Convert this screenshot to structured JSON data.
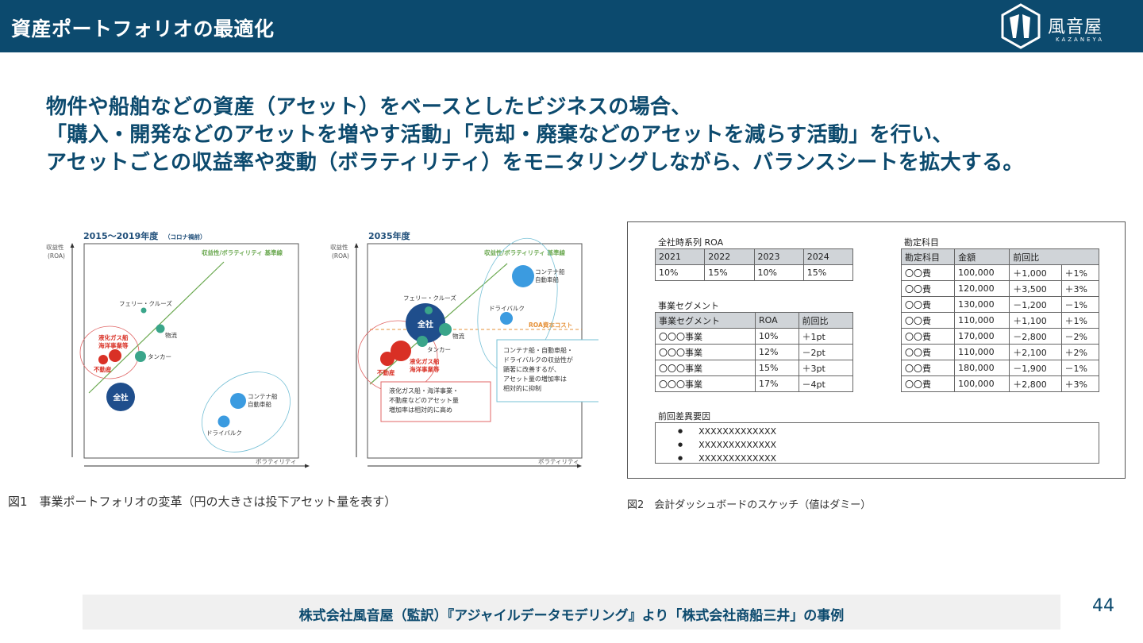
{
  "header": {
    "title": "資産ポートフォリオの最適化",
    "logo_text": "風音屋",
    "logo_sub": "KAZANEYA"
  },
  "lead": [
    "物件や船舶などの資産（アセット）をベースとしたビジネスの場合、",
    "「購入・開発などのアセットを増やす活動」「売却・廃棄などのアセットを減らす活動」を行い、",
    "アセットごとの収益率や変動（ボラティリティ）をモニタリングしながら、バランスシートを拡大する。"
  ],
  "figure1": {
    "left": {
      "title": "2015〜2019年度",
      "subtitle": "（コロナ禍前）",
      "ylabel1": "収益性",
      "ylabel2": "(ROA)",
      "xlabel": "ボラティリティ",
      "baseline_label": "収益性/ボラティリティ 基準線",
      "labels": {
        "ferry": "フェリー・クルーズ",
        "butsuryu": "物流",
        "tanker": "タンカー",
        "lng1": "液化ガス船",
        "lng2": "海洋事業等",
        "fudosan": "不動産",
        "zensha": "全社",
        "container1": "コンテナ船",
        "container2": "自動車船",
        "dry": "ドライバルク"
      }
    },
    "right": {
      "title": "2035年度",
      "ylabel1": "収益性",
      "ylabel2": "(ROA)",
      "xlabel": "ボラティリティ",
      "baseline_label": "収益性/ボラティリティ 基準線",
      "cost_label": "ROA資本コスト",
      "labels": {
        "ferry": "フェリー・クルーズ",
        "butsuryu": "物流",
        "tanker": "タンカー",
        "lng1": "液化ガス船",
        "lng2": "海洋事業等",
        "fudosan": "不動産",
        "zensha": "全社",
        "container1": "コンテナ船",
        "container2": "自動車船",
        "dry": "ドライバルク"
      },
      "note_blue": [
        "コンテナ船・自動車船・",
        "ドライバルクの収益性が",
        "顕著に改善するが、",
        "アセット量の増加率は",
        "相対的に抑制"
      ],
      "note_red": [
        "液化ガス船・海洋事業・",
        "不動産などのアセット量",
        "増加率は相対的に高め"
      ]
    },
    "caption": "図1　事業ポートフォリオの変革（円の大きさは投下アセット量を表す）"
  },
  "dashboard": {
    "roa_title": "全社時系列 ROA",
    "roa_headers": [
      "2021",
      "2022",
      "2023",
      "2024"
    ],
    "roa_values": [
      "10%",
      "15%",
      "10%",
      "15%"
    ],
    "seg_title": "事業セグメント",
    "seg_headers": [
      "事業セグメント",
      "ROA",
      "前回比"
    ],
    "seg_rows": [
      [
        "〇〇〇事業",
        "10%",
        "＋1pt"
      ],
      [
        "〇〇〇事業",
        "12%",
        "－2pt"
      ],
      [
        "〇〇〇事業",
        "15%",
        "＋3pt"
      ],
      [
        "〇〇〇事業",
        "17%",
        "－4pt"
      ]
    ],
    "acc_title": "勘定科目",
    "acc_headers": [
      "勘定科目",
      "金額",
      "前回比",
      ""
    ],
    "acc_rows": [
      [
        "〇〇費",
        "100,000",
        "＋1,000",
        "＋1%"
      ],
      [
        "〇〇費",
        "120,000",
        "＋3,500",
        "＋3%"
      ],
      [
        "〇〇費",
        "130,000",
        "－1,200",
        "－1%"
      ],
      [
        "〇〇費",
        "110,000",
        "＋1,100",
        "＋1%"
      ],
      [
        "〇〇費",
        "170,000",
        "－2,800",
        "－2%"
      ],
      [
        "〇〇費",
        "110,000",
        "＋2,100",
        "＋2%"
      ],
      [
        "〇〇費",
        "180,000",
        "－1,900",
        "－1%"
      ],
      [
        "〇〇費",
        "100,000",
        "＋2,800",
        "＋3%"
      ]
    ],
    "diff_title": "前回差異要因",
    "diff_items": [
      "XXXXXXXXXXXXX",
      "XXXXXXXXXXXXX",
      "XXXXXXXXXXXXX"
    ],
    "caption": "図2　会計ダッシュボードのスケッチ（値はダミー）"
  },
  "footer": {
    "text": "株式会社風音屋（監訳）『アジャイルデータモデリング』より「株式会社商船三井」の事例",
    "page": "44"
  }
}
